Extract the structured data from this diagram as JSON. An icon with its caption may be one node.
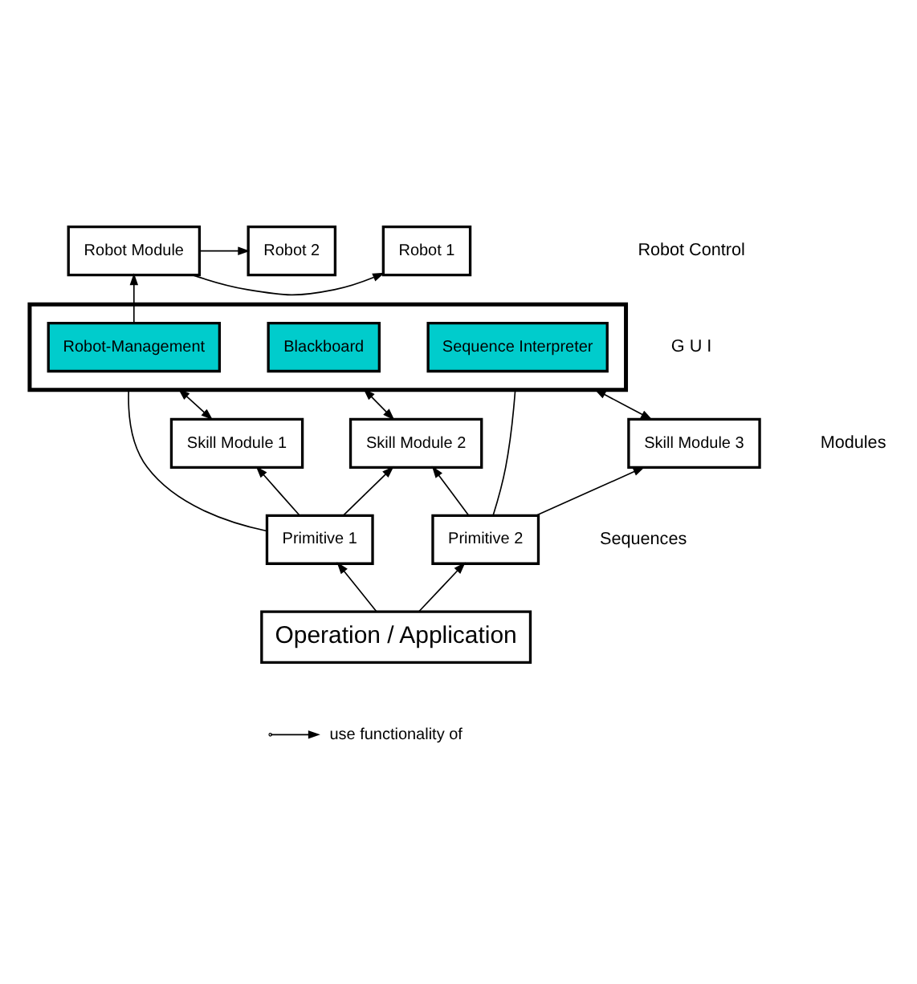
{
  "diagram": {
    "nodes": [
      {
        "text": [
          "Robot Module"
        ]
      },
      {
        "text": [
          "Robot 1"
        ]
      },
      {
        "text": [
          "Robot 2"
        ]
      },
      {
        "text": [],
        "shape": "box"
      },
      {
        "text": [
          "Robot-Management"
        ],
        "in": 3
      },
      {
        "text": [
          "Blackboard"
        ],
        "in": 3
      },
      {
        "text": [
          "Sequence Interpreter"
        ],
        "in": 3
      },
      {
        "text": [
          "Skill Module 1"
        ]
      },
      {
        "text": [
          "Skill Module 2"
        ]
      },
      {
        "text": [
          "Skill Module 3"
        ]
      },
      {
        "text": [
          "Primitive 1"
        ]
      },
      {
        "text": [
          "Primitive 2"
        ]
      },
      {
        "text": [
          "Operation / Application"
        ]
      }
    ],
    "edges": [
      {
        "from": 0,
        "to": 1,
        "arrow": "to"
      },
      {
        "from": 0,
        "to": 2,
        "arrow": "to"
      },
      {
        "from": 4,
        "to": 0,
        "arrow": "to"
      },
      {
        "from": 3,
        "to": 7,
        "arrow": "both"
      },
      {
        "from": 3,
        "to": 8,
        "arrow": "both"
      },
      {
        "from": 3,
        "to": 9,
        "arrow": "both"
      },
      {
        "from": 10,
        "to": 3,
        "arrow": "none"
      },
      {
        "from": 11,
        "to": 3,
        "arrow": "none"
      },
      {
        "from": 10,
        "to": 7,
        "arrow": "to"
      },
      {
        "from": 10,
        "to": 8,
        "arrow": "to"
      },
      {
        "from": 11,
        "to": 8,
        "arrow": "to"
      },
      {
        "from": 11,
        "to": 9,
        "arrow": "to"
      },
      {
        "from": 12,
        "to": 10,
        "arrow": "to"
      },
      {
        "from": 12,
        "to": 11,
        "arrow": "to"
      }
    ],
    "labels": [
      "Robot Control",
      "G U I",
      "Modules",
      "Sequences"
    ],
    "legend": [
      {
        "text": "use functionality of"
      }
    ]
  }
}
